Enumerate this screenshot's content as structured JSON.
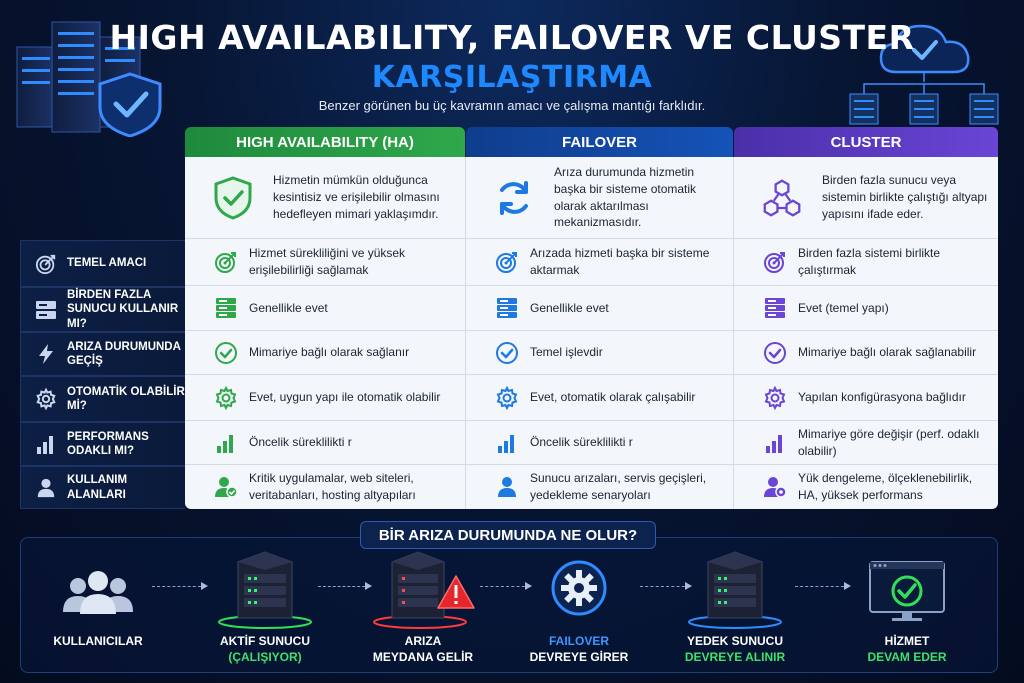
{
  "header": {
    "title": "HIGH AVAILABILITY, FAILOVER VE CLUSTER",
    "title2": "KARŞILAŞTIRMA",
    "subtitle": "Benzer görünen bu üç kavramın amacı ve çalışma mantığı farklıdır."
  },
  "colors": {
    "ha": "#2fa84b",
    "failover": "#1553b8",
    "cluster": "#6a45d6",
    "accent": "#1e88ff"
  },
  "columns": [
    {
      "name": "HIGH AVAILABILITY (HA)",
      "intro": "Hizmetin mümkün olduğunca kesintisiz ve erişilebilir olmasını hedefleyen mimari yaklaşımdır.",
      "icon": "shield-check-icon"
    },
    {
      "name": "FAILOVER",
      "intro": "Arıza durumunda hizmetin başka bir sisteme otomatik olarak aktarılması mekanizmasıdır.",
      "icon": "sync-arrows-icon"
    },
    {
      "name": "CLUSTER",
      "intro": "Birden fazla sunucu veya sistemin birlikte çalıştığı altyapı yapısını ifade eder.",
      "icon": "network-nodes-icon"
    }
  ],
  "rows": [
    {
      "label": "TEMEL AMACI",
      "icon": "target-icon",
      "ha": "Hizmet sürekliliğini ve yüksek erişilebilirliği sağlamak",
      "failover": "Arızada hizmeti başka bir sisteme aktarmak",
      "cluster": "Birden fazla sistemi birlikte çalıştırmak"
    },
    {
      "label": "BİRDEN FAZLA SUNUCU KULLANIR MI?",
      "icon": "server-icon",
      "ha": "Genellikle evet",
      "failover": "Genellikle evet",
      "cluster": "Evet (temel yapı)"
    },
    {
      "label": "ARIZA DURUMUNDA GEÇİŞ",
      "icon": "lightning-icon",
      "ha": "Mimariye bağlı olarak sağlanır",
      "failover": "Temel işlevdir",
      "cluster": "Mimariye bağlı olarak sağlanabilir"
    },
    {
      "label": "OTOMATİK OLABİLİR Mİ?",
      "icon": "gear-icon",
      "ha": "Evet, uygun yapı ile otomatik olabilir",
      "failover": "Evet, otomatik olarak çalışabilir",
      "cluster": "Yapılan konfigürasyona bağlıdır"
    },
    {
      "label": "PERFORMANS ODAKLI MI?",
      "icon": "bar-chart-icon",
      "ha": "Öncelik süreklilikti r",
      "failover": "Öncelik süreklilikti r",
      "cluster": "Mimariye göre değişir (perf. odaklı olabilir)"
    },
    {
      "label": "KULLANIM ALANLARI",
      "icon": "user-icon",
      "ha": "Kritik uygulamalar, web siteleri, veritabanları, hosting altyapıları",
      "failover": "Sunucu arızaları, servis geçişleri, yedekleme senaryoları",
      "cluster": "Yük dengeleme, ölçeklenebilirlik, HA, yüksek performans"
    }
  ],
  "flow": {
    "title": "BİR ARIZA DURUMUNDA NE OLUR?",
    "steps": [
      {
        "l1": "KULLANICILAR",
        "l2": "",
        "icon": "users-icon"
      },
      {
        "l1": "AKTİF SUNUCU",
        "l2": "(ÇALIŞIYOR)",
        "icon": "server-rack-icon"
      },
      {
        "l1": "ARIZA",
        "l2": "MEYDANA GELİR",
        "icon": "warning-icon"
      },
      {
        "l1": "FAILOVER",
        "l2": "DEVREYE GİRER",
        "icon": "gear-icon"
      },
      {
        "l1": "YEDEK SUNUCU",
        "l2": "DEVREYE ALINIR",
        "icon": "server-rack-icon"
      },
      {
        "l1": "HİZMET",
        "l2": "DEVAM EDER",
        "icon": "monitor-check-icon"
      }
    ]
  }
}
